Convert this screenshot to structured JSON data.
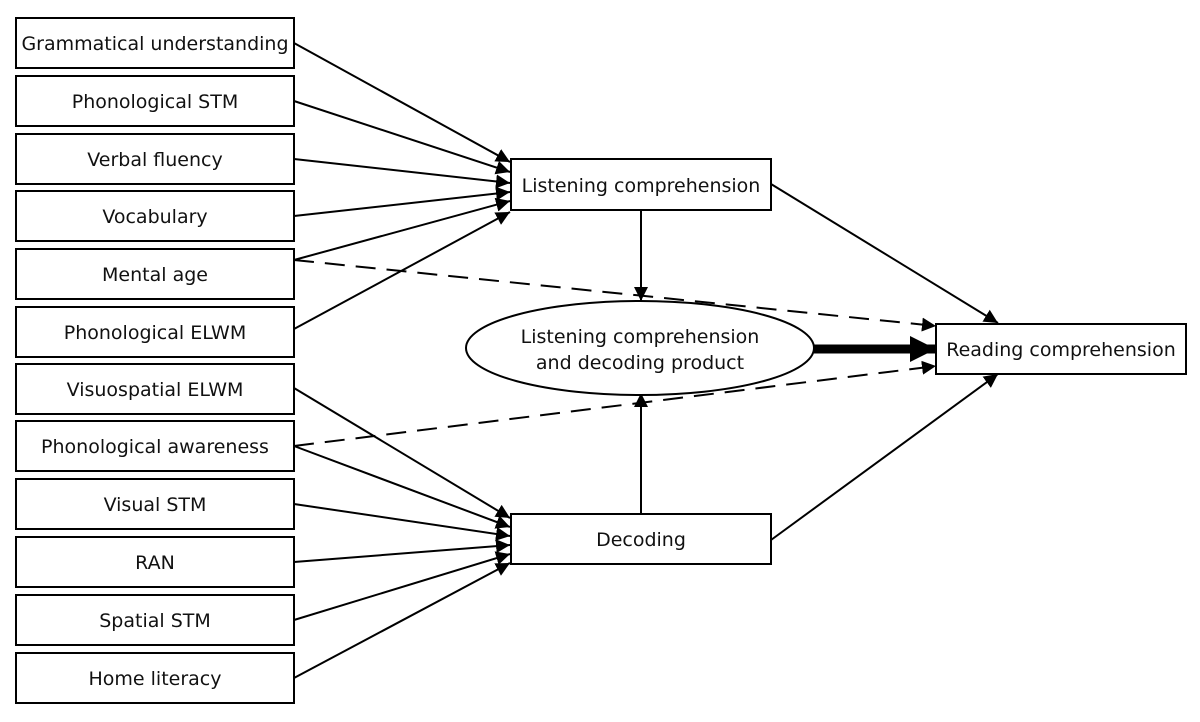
{
  "diagram": {
    "predictors": [
      {
        "id": "grammatical",
        "label": "Grammatical understanding"
      },
      {
        "id": "phon-stm",
        "label": "Phonological STM"
      },
      {
        "id": "verbal-fluency",
        "label": "Verbal fluency"
      },
      {
        "id": "vocabulary",
        "label": "Vocabulary"
      },
      {
        "id": "mental-age",
        "label": "Mental age"
      },
      {
        "id": "phon-elwm",
        "label": "Phonological ELWM"
      },
      {
        "id": "visuo-elwm",
        "label": "Visuospatial ELWM"
      },
      {
        "id": "phon-awareness",
        "label": "Phonological awareness"
      },
      {
        "id": "visual-stm",
        "label": "Visual STM"
      },
      {
        "id": "ran",
        "label": "RAN"
      },
      {
        "id": "spatial-stm",
        "label": "Spatial STM"
      },
      {
        "id": "home-literacy",
        "label": "Home literacy"
      }
    ],
    "listening": {
      "label": "Listening comprehension"
    },
    "decoding": {
      "label": "Decoding"
    },
    "product": {
      "line1": "Listening comprehension",
      "line2": "and decoding product"
    },
    "reading": {
      "label": "Reading comprehension"
    },
    "edges": [
      {
        "from": "grammatical",
        "to": "listening",
        "style": "solid"
      },
      {
        "from": "phon-stm",
        "to": "listening",
        "style": "solid"
      },
      {
        "from": "verbal-fluency",
        "to": "listening",
        "style": "solid"
      },
      {
        "from": "vocabulary",
        "to": "listening",
        "style": "solid"
      },
      {
        "from": "mental-age",
        "to": "listening",
        "style": "solid"
      },
      {
        "from": "phon-elwm",
        "to": "listening",
        "style": "solid"
      },
      {
        "from": "visuo-elwm",
        "to": "decoding",
        "style": "solid"
      },
      {
        "from": "phon-awareness",
        "to": "decoding",
        "style": "solid"
      },
      {
        "from": "visual-stm",
        "to": "decoding",
        "style": "solid"
      },
      {
        "from": "ran",
        "to": "decoding",
        "style": "solid"
      },
      {
        "from": "spatial-stm",
        "to": "decoding",
        "style": "solid"
      },
      {
        "from": "home-literacy",
        "to": "decoding",
        "style": "solid"
      },
      {
        "from": "mental-age",
        "to": "reading",
        "style": "dashed"
      },
      {
        "from": "phon-awareness",
        "to": "reading",
        "style": "dashed"
      },
      {
        "from": "listening",
        "to": "product",
        "style": "solid"
      },
      {
        "from": "decoding",
        "to": "product",
        "style": "solid"
      },
      {
        "from": "listening",
        "to": "reading",
        "style": "solid"
      },
      {
        "from": "decoding",
        "to": "reading",
        "style": "solid"
      },
      {
        "from": "product",
        "to": "reading",
        "style": "bold"
      }
    ]
  }
}
